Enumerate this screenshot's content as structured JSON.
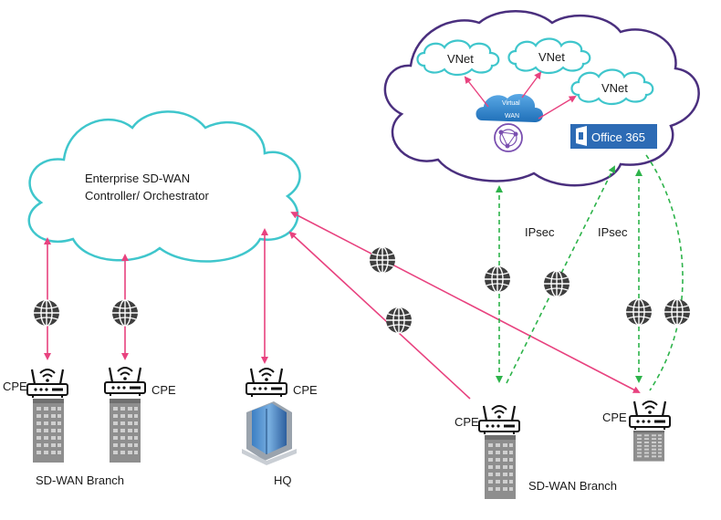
{
  "controller": {
    "line1": "Enterprise SD-WAN",
    "line2": "Controller/ Orchestrator"
  },
  "cloud": {
    "vnets": [
      "VNet",
      "VNet",
      "VNet"
    ],
    "virtual_wan_label_1": "Virtual",
    "virtual_wan_label_2": "WAN",
    "office365": "Office 365"
  },
  "tunnels": [
    "IPsec",
    "IPsec"
  ],
  "cpe_label": "CPE",
  "sites": {
    "left_branch": "SD-WAN Branch",
    "hq": "HQ",
    "right_branch": "SD-WAN Branch"
  },
  "colors": {
    "controller_cloud": "#3fc6cc",
    "azure_cloud": "#4a2f7e",
    "vnet_cloud": "#3fc6cc",
    "control_link": "#e8427f",
    "ipsec_link": "#2db34a",
    "office365_bg": "#2d6bb5",
    "building": "#8a8a8a",
    "globe": "#444444"
  }
}
